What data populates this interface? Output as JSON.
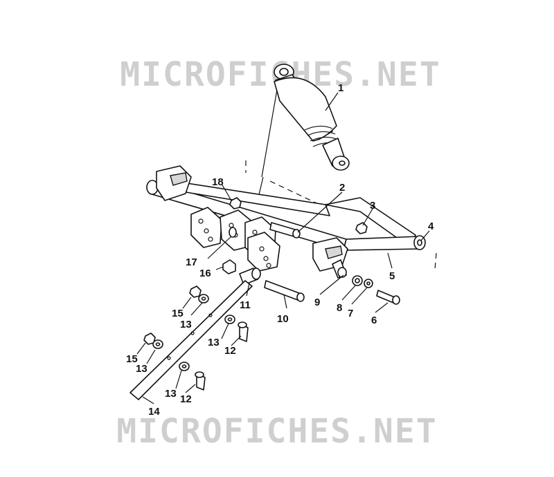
{
  "watermark": {
    "top": "MICROFICHES.NET",
    "bottom": "MICROFICHES.NET",
    "color": "#cfcfcf"
  },
  "callouts": {
    "c1": "1",
    "c2": "2",
    "c3": "3",
    "c4": "4",
    "c5": "5",
    "c6": "6",
    "c7": "7",
    "c8": "8",
    "c9": "9",
    "c10": "10",
    "c11": "11",
    "c12a": "12",
    "c12b": "12",
    "c13a": "13",
    "c13b": "13",
    "c13c": "13",
    "c13d": "13",
    "c14": "14",
    "c15a": "15",
    "c15b": "15",
    "c16": "16",
    "c17": "17",
    "c18": "18"
  }
}
